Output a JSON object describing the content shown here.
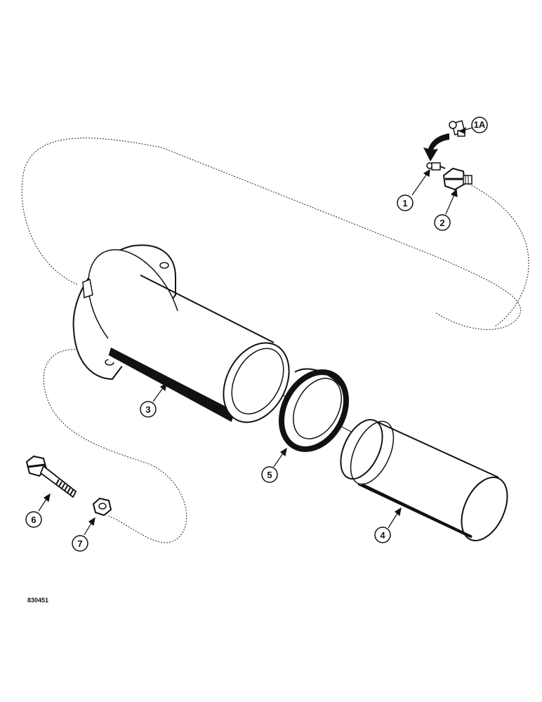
{
  "callouts": {
    "c1": "1",
    "c1a": "1A",
    "c2": "2",
    "c3": "3",
    "c4": "4",
    "c5": "5",
    "c6": "6",
    "c7": "7"
  },
  "figure_id": "830451"
}
